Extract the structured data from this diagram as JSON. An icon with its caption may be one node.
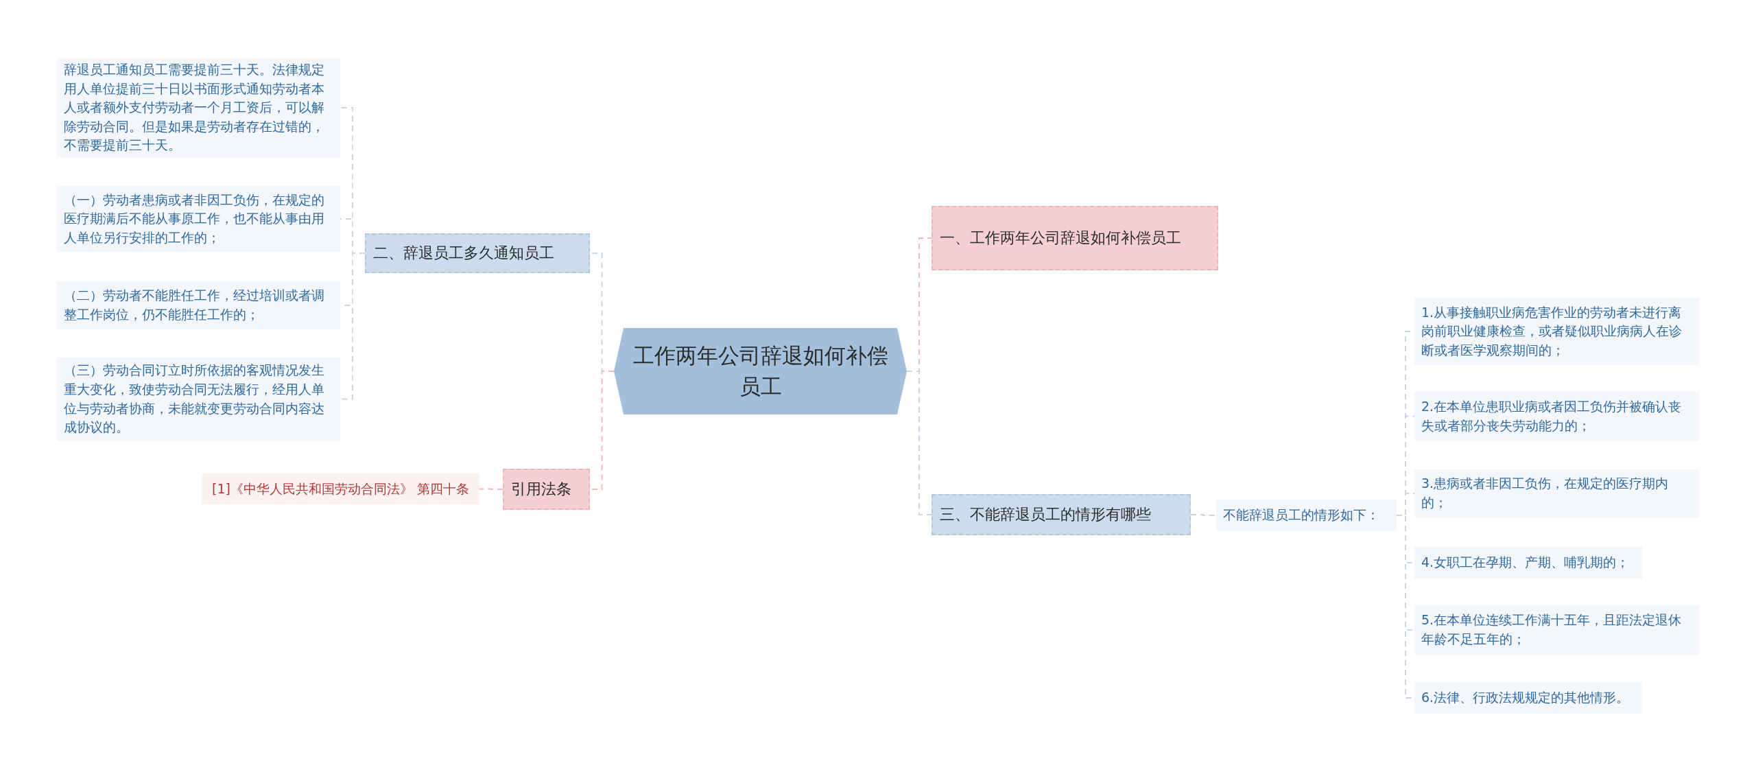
{
  "diagram": {
    "nodes": [
      {
        "text": [
          "工作两年公司辞退如何补偿员工"
        ]
      },
      {
        "text": [
          "一、工作两年公司辞退如何补偿员工"
        ]
      },
      {
        "text": [
          "二、辞退员工多久通知员工"
        ]
      },
      {
        "text": [
          "辞退员工通知员工需要提前三十天。法律规定用人单位提前三十日以书面形式通知劳动者本人或者额外支付劳动者一个月工资后，可以解除劳动合同。但是如果是劳动者存在过错的，不需要提前三十天。"
        ]
      },
      {
        "text": [
          "（一）劳动者患病或者非因工负伤，在规定的医疗期满后不能从事原工作，也不能从事由用人单位另行安排的工作的；"
        ]
      },
      {
        "text": [
          "（二）劳动者不能胜任工作，经过培训或者调整工作岗位，仍不能胜任工作的；"
        ]
      },
      {
        "text": [
          "（三）劳动合同订立时所依据的客观情况发生重大变化，致使劳动合同无法履行，经用人单位与劳动者协商，未能就变更劳动合同内容达成协议的。"
        ]
      },
      {
        "text": [
          "引用法条"
        ]
      },
      {
        "text": [
          "[1]《中华人民共和国劳动合同法》 第四十条"
        ]
      },
      {
        "text": [
          "三、不能辞退员工的情形有哪些"
        ]
      },
      {
        "text": [
          "不能辞退员工的情形如下："
        ]
      },
      {
        "text": [
          "1.从事接触职业病危害作业的劳动者未进行离岗前职业健康检查，或者疑似职业病病人在诊断或者医学观察期间的；"
        ]
      },
      {
        "text": [
          "2.在本单位患职业病或者因工负伤并被确认丧失或者部分丧失劳动能力的；"
        ]
      },
      {
        "text": [
          "3.患病或者非因工负伤，在规定的医疗期内的；"
        ]
      },
      {
        "text": [
          "4.女职工在孕期、产期、哺乳期的；"
        ]
      },
      {
        "text": [
          "5.在本单位连续工作满十五年，且距法定退休年龄不足五年的；"
        ]
      },
      {
        "text": [
          "6.法律、行政法规规定的其他情形。"
        ]
      }
    ],
    "edges": [
      {
        "from": 0,
        "to": 1,
        "arrow": "none",
        "style": "dashed",
        "color": "#f0b9bd"
      },
      {
        "from": 0,
        "to": 2,
        "arrow": "none",
        "style": "dashed"
      },
      {
        "from": 0,
        "to": 7,
        "arrow": "none",
        "style": "dashed",
        "color": "#f0b9bd"
      },
      {
        "from": 0,
        "to": 9,
        "arrow": "none",
        "style": "dashed"
      },
      {
        "from": 2,
        "to": 3,
        "arrow": "none",
        "style": "dashed"
      },
      {
        "from": 2,
        "to": 4,
        "arrow": "none",
        "style": "dashed"
      },
      {
        "from": 2,
        "to": 5,
        "arrow": "none",
        "style": "dashed"
      },
      {
        "from": 2,
        "to": 6,
        "arrow": "none",
        "style": "dashed"
      },
      {
        "from": 7,
        "to": 8,
        "arrow": "none",
        "style": "dashed",
        "color": "#f0b9bd"
      },
      {
        "from": 9,
        "to": 10,
        "arrow": "none",
        "style": "dashed"
      },
      {
        "from": 10,
        "to": 11,
        "arrow": "none",
        "style": "dashed"
      },
      {
        "from": 10,
        "to": 12,
        "arrow": "none",
        "style": "dashed"
      },
      {
        "from": 10,
        "to": 13,
        "arrow": "none",
        "style": "dashed"
      },
      {
        "from": 10,
        "to": 14,
        "arrow": "none",
        "style": "dashed"
      },
      {
        "from": 10,
        "to": 15,
        "arrow": "none",
        "style": "dashed"
      },
      {
        "from": 10,
        "to": 16,
        "arrow": "none",
        "style": "dashed"
      }
    ]
  }
}
